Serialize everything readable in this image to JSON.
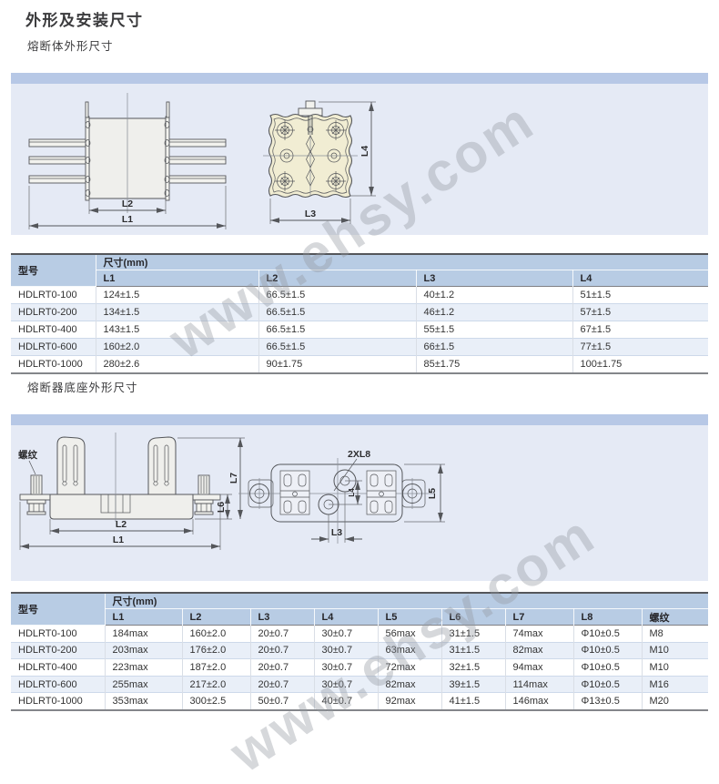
{
  "page": {
    "title": "外形及安装尺寸",
    "watermark": "www.ehsy.com"
  },
  "section1": {
    "subtitle": "熔断体外形尺寸"
  },
  "section2": {
    "subtitle": "熔断器底座外形尺寸"
  },
  "diagram1": {
    "labels": {
      "l1": "L1",
      "l2": "L2",
      "l3": "L3",
      "l4": "L4"
    }
  },
  "diagram2": {
    "labels": {
      "thread": "螺纹",
      "holes": "2XL8",
      "l1": "L1",
      "l2": "L2",
      "l3": "L3",
      "l4": "L4",
      "l5": "L5",
      "l6": "L6",
      "l7": "L7"
    }
  },
  "table1": {
    "col_model": "型号",
    "col_size": "尺寸(mm)",
    "columns": [
      "L1",
      "L2",
      "L3",
      "L4"
    ],
    "rows": [
      {
        "model": "HDLRT0-100",
        "values": [
          "124±1.5",
          "66.5±1.5",
          "40±1.2",
          "51±1.5"
        ]
      },
      {
        "model": "HDLRT0-200",
        "values": [
          "134±1.5",
          "66.5±1.5",
          "46±1.2",
          "57±1.5"
        ]
      },
      {
        "model": "HDLRT0-400",
        "values": [
          "143±1.5",
          "66.5±1.5",
          "55±1.5",
          "67±1.5"
        ]
      },
      {
        "model": "HDLRT0-600",
        "values": [
          "160±2.0",
          "66.5±1.5",
          "66±1.5",
          "77±1.5"
        ]
      },
      {
        "model": "HDLRT0-1000",
        "values": [
          "280±2.6",
          "90±1.75",
          "85±1.75",
          "100±1.75"
        ]
      }
    ]
  },
  "table2": {
    "col_model": "型号",
    "col_size": "尺寸(mm)",
    "columns": [
      "L1",
      "L2",
      "L3",
      "L4",
      "L5",
      "L6",
      "L7",
      "L8",
      "螺纹"
    ],
    "rows": [
      {
        "model": "HDLRT0-100",
        "values": [
          "184max",
          "160±2.0",
          "20±0.7",
          "30±0.7",
          "56max",
          "31±1.5",
          "74max",
          "Φ10±0.5",
          "M8"
        ]
      },
      {
        "model": "HDLRT0-200",
        "values": [
          "203max",
          "176±2.0",
          "20±0.7",
          "30±0.7",
          "63max",
          "31±1.5",
          "82max",
          "Φ10±0.5",
          "M10"
        ]
      },
      {
        "model": "HDLRT0-400",
        "values": [
          "223max",
          "187±2.0",
          "20±0.7",
          "30±0.7",
          "72max",
          "32±1.5",
          "94max",
          "Φ10±0.5",
          "M10"
        ]
      },
      {
        "model": "HDLRT0-600",
        "values": [
          "255max",
          "217±2.0",
          "20±0.7",
          "30±0.7",
          "82max",
          "39±1.5",
          "114max",
          "Φ10±0.5",
          "M16"
        ]
      },
      {
        "model": "HDLRT0-1000",
        "values": [
          "353max",
          "300±2.5",
          "50±0.7",
          "40±0.7",
          "92max",
          "41±1.5",
          "146max",
          "Φ13±0.5",
          "M20"
        ]
      }
    ]
  }
}
